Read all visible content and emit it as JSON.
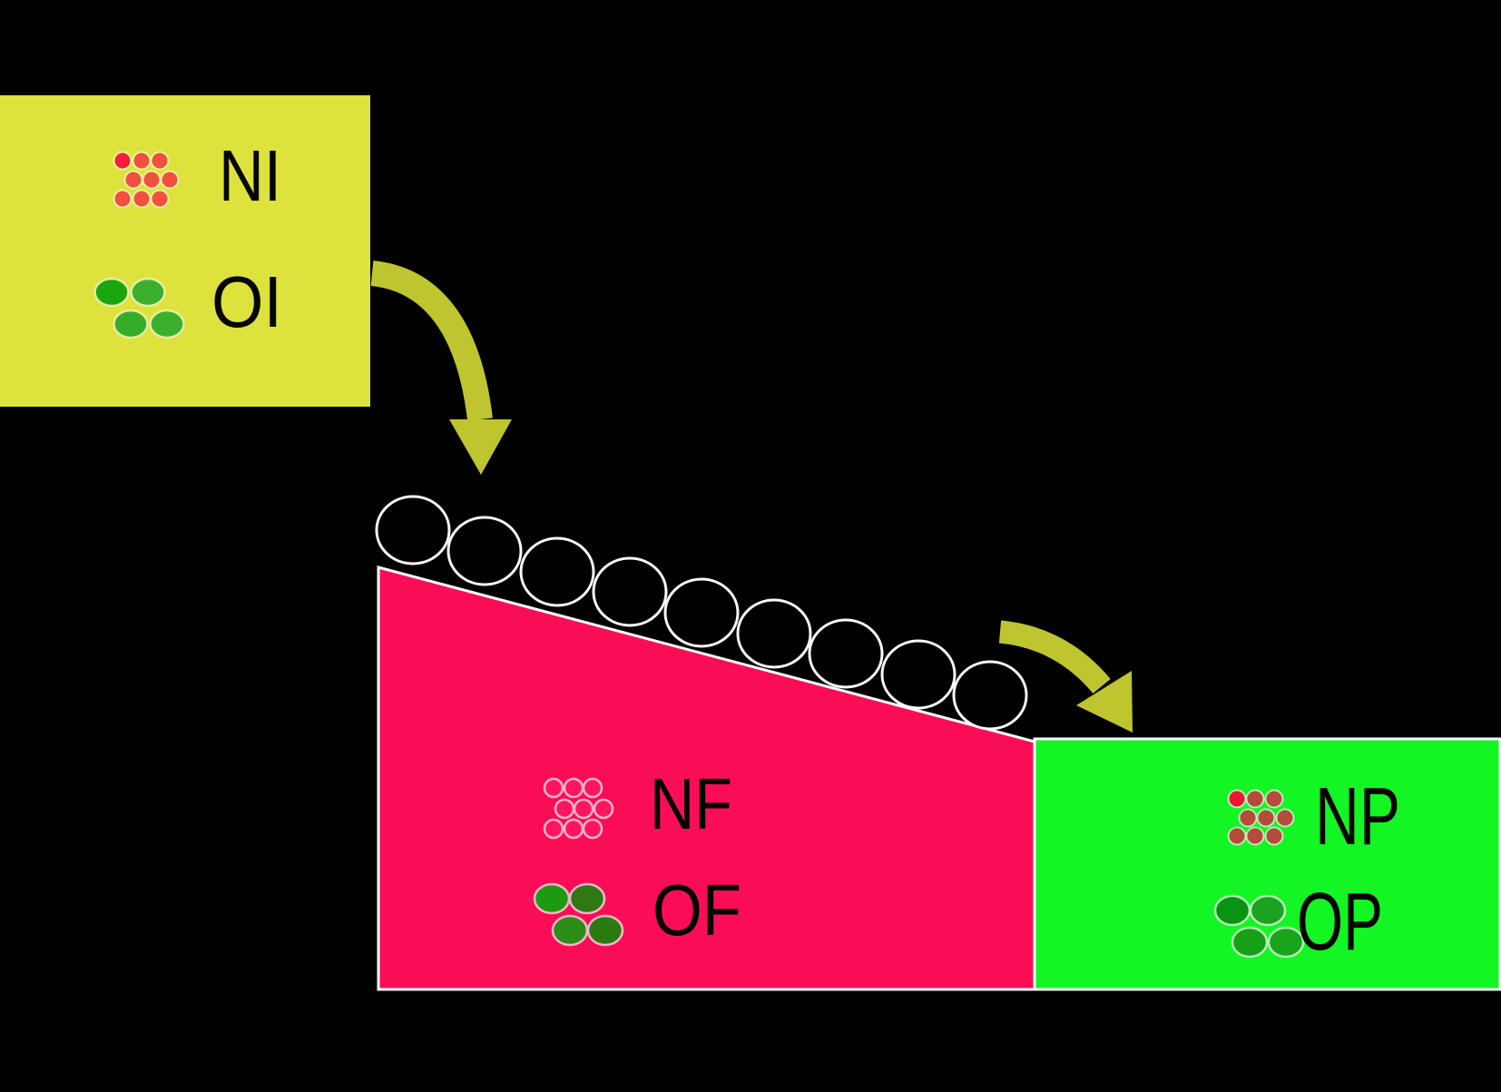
{
  "background": "#000000",
  "text_color": "#050505",
  "boxes": {
    "initial": {
      "fill": "#dde23c",
      "nutrients": {
        "label": "NI",
        "count": 9,
        "first_color": "#f81e3b",
        "color": "#f2503f",
        "outline": "#eef2a0"
      },
      "organisms": {
        "label": "OI",
        "count": 4,
        "colors": [
          "#1ba60f",
          "#3aaf2c",
          "#36ad2a",
          "#3cb02d"
        ],
        "outline": "#e6eda1"
      }
    },
    "flux": {
      "fill": "#fa0d57",
      "outline": "#ffffff",
      "nutrients": {
        "label": "NF",
        "count": 9,
        "first_color": "#ff1560",
        "color": "#ff1560",
        "outline": "#ffb3c8"
      },
      "organisms": {
        "label": "OF",
        "count": 4,
        "colors": [
          "#1d9a12",
          "#2f7814",
          "#2e8c18",
          "#2b7a11"
        ],
        "outline": "#f3b9c9"
      }
    },
    "product": {
      "fill": "#14f524",
      "outline": "#ffffff",
      "nutrients": {
        "label": "NP",
        "count": 9,
        "first_color": "#ee1532",
        "color": "#b54b38",
        "outline": "#b9edb4"
      },
      "organisms": {
        "label": "OP",
        "count": 4,
        "colors": [
          "#0a9212",
          "#1ba220",
          "#15a018",
          "#18a51c"
        ],
        "outline": "#b5efb5"
      }
    }
  },
  "arrows": {
    "color": "#bec52f",
    "count": 2
  },
  "balls": {
    "count": 9,
    "fill": "#000000",
    "outline": "#fafafa"
  }
}
